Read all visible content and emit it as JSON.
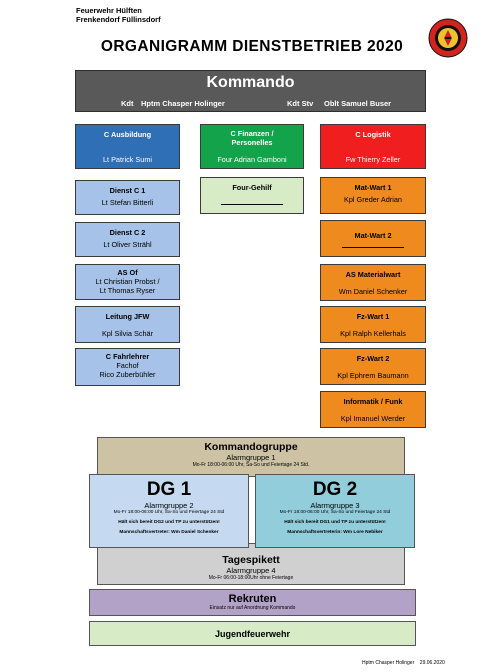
{
  "header": {
    "org_line1": "Feuerwehr Hülften",
    "org_line2": "Frenkendorf Füllinsdorf",
    "title": "ORGANIGRAMM  DIENSTBETRIEB  2020"
  },
  "colors": {
    "kommando": "#595959",
    "dark_blue": "#2f6fb5",
    "green": "#13a34a",
    "red": "#f01e1e",
    "light_blue": "#a6c2e8",
    "orange": "#ef8a1f",
    "tan": "#cdc2a3",
    "dg_blue": "#c5d9f1",
    "dg_teal": "#92cddc",
    "grey": "#d0d0d0",
    "purple": "#b3a2c7",
    "light_green": "#d7ebc7"
  },
  "kommando": {
    "title": "Kommando",
    "left_label": "Kdt",
    "left_name": "Hptm Chasper Holinger",
    "right_label": "Kdt Stv",
    "right_name": "Oblt  Samuel Buser"
  },
  "column_left": [
    {
      "title": "C Ausbildung",
      "sub": "Lt Patrick Sumi"
    },
    {
      "title": "Dienst C 1",
      "sub": "Lt Stefan Bitterli"
    },
    {
      "title": "Dienst C 2",
      "sub": "Lt Oliver Strähl"
    },
    {
      "title": "AS Of",
      "sub": "Lt Christian  Probst  /",
      "sub2": "Lt Thomas Ryser"
    },
    {
      "title": "Leitung JFW",
      "sub": "Kpl Silvia Schär"
    },
    {
      "title": "C Fahrlehrer",
      "sub": "Fachof",
      "sub2": "Rico Zuberbühler"
    }
  ],
  "column_mid": [
    {
      "title": "C Finanzen /",
      "title2": "Personelles",
      "sub": "Four Adrian Gamboni"
    },
    {
      "title": "Four-Gehilf",
      "sub": ""
    }
  ],
  "column_right": [
    {
      "title": "C Logistik",
      "sub": "Fw Thierry Zeller"
    },
    {
      "title": "Mat-Wart 1",
      "sub": "Kpl Greder Adrian"
    },
    {
      "title": "Mat-Wart 2",
      "sub": ""
    },
    {
      "title": "AS Materialwart",
      "sub": "Wm Daniel  Schenker"
    },
    {
      "title": "Fz-Wart 1",
      "sub": "Kpl Ralph Kellerhals"
    },
    {
      "title": "Fz-Wart 2",
      "sub": "Kpl Ephrem Baumann"
    },
    {
      "title": "Informatik / Funk",
      "sub": "Kpl Imanuel Werder"
    }
  ],
  "kommandogruppe": {
    "title": "Kommandogruppe",
    "sub": "Alarmgruppe 1",
    "note": "Mo-Fr 18:00-06:00 Uhr, Sa-So und Feiertage 24 Std."
  },
  "dg1": {
    "title": "DG 1",
    "sub": "Alarmgruppe 2",
    "note": "Mo-Fr 18:00-06:00 Uhr, Sa-So und Feiertage 24 Std",
    "support": "Hält sich bereit DG2 und TP zu unterstützen!",
    "rep": "Mannschaftsvertreter: Wm  Daniel  Schenker"
  },
  "dg2": {
    "title": "DG 2",
    "sub": "Alarmgruppe 3",
    "note": "Mo-Fr 18:00-06:00 Uhr, Sa-So und Feiertage 24 Std",
    "support": "Hält sich bereit DG1 und TP zu unterstützen!",
    "rep": "Mannschaftsvertreterin: Wm  Lore Nebiker"
  },
  "tagespikett": {
    "title": "Tagespikett",
    "sub": "Alarmgruppe  4",
    "note": "Mo-Fr 06:00-18:00Uhr  ohne Feiertage"
  },
  "rekruten": {
    "title": "Rekruten",
    "note": "Einsatz nur auf Anordnung Kommando"
  },
  "jugendfeuerwehr": {
    "title": "Jugendfeuerwehr"
  },
  "footer": {
    "text": "Hptm Chasper Holinger    29.06.2020"
  }
}
